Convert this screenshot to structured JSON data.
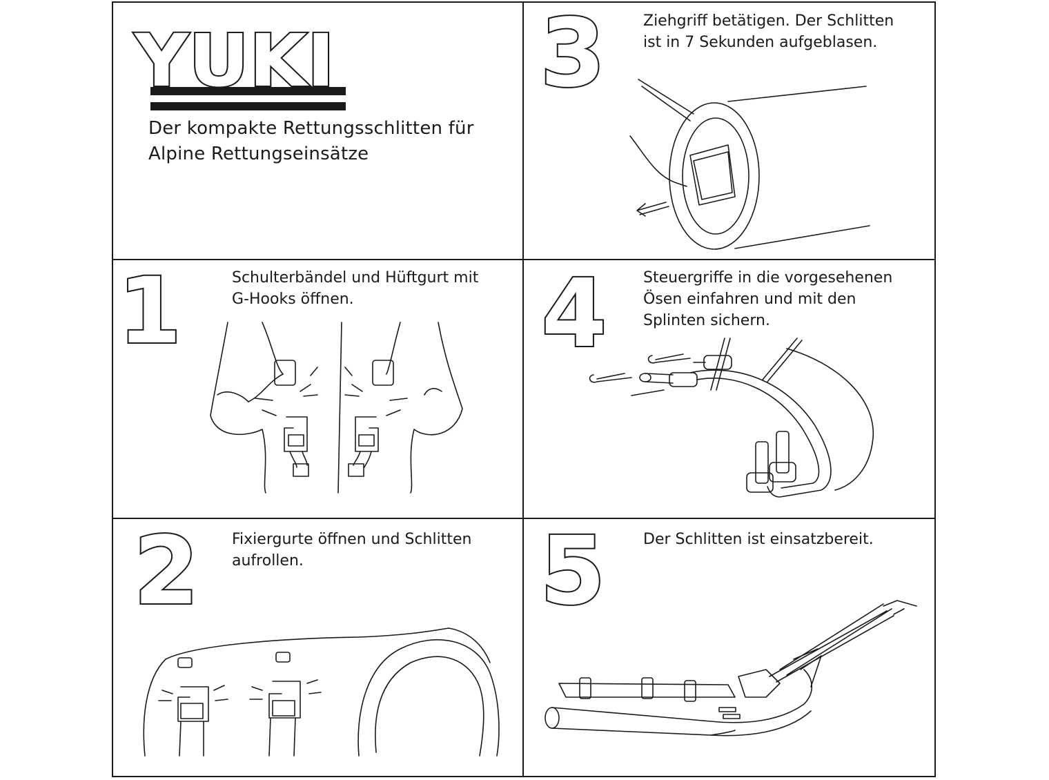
{
  "brand": {
    "logo_text": "YUKI",
    "subtitle_line1": "Der kompakte Rettungsschlitten für",
    "subtitle_line2": "Alpine Rettungseinsätze"
  },
  "steps": [
    {
      "number": "1",
      "lines": [
        "Schulterbändel und Hüftgurt mit",
        "G-Hooks öffnen."
      ]
    },
    {
      "number": "2",
      "lines": [
        "Fixiergurte öffnen und Schlitten",
        "aufrollen."
      ]
    },
    {
      "number": "3",
      "lines": [
        "Ziehgriff betätigen. Der Schlitten",
        "ist in 7 Sekunden aufgeblasen."
      ]
    },
    {
      "number": "4",
      "lines": [
        "Steuergriffe in die vorgesehenen",
        "Ösen einfahren und mit den",
        "Splinten sichern."
      ]
    },
    {
      "number": "5",
      "lines": [
        "Der Schlitten ist  einsatzbereit."
      ]
    }
  ],
  "colors": {
    "ink": "#1a1a1a",
    "background": "#ffffff"
  }
}
